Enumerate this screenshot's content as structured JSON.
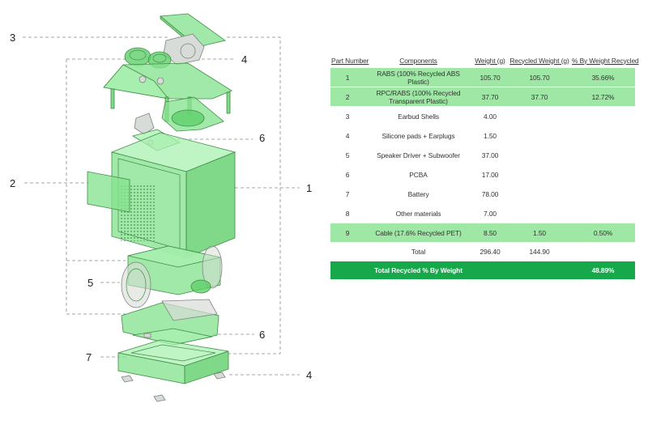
{
  "diagram": {
    "callouts": [
      "3",
      "4",
      "2",
      "6",
      "1",
      "5",
      "6",
      "7",
      "4"
    ]
  },
  "table": {
    "headers": [
      "Part Number",
      "Components",
      "Weight (g)",
      "Recycled Weight (g)",
      "% By Weight Recycled"
    ],
    "rows": [
      {
        "part": "1",
        "component": "RABS (100% Recycled ABS Plastic)",
        "weight": "105.70",
        "recycled_weight": "105.70",
        "percent": "35.66%",
        "highlight": true
      },
      {
        "part": "2",
        "component": "RPC/RABS (100% Recycled Transparent Plastic)",
        "weight": "37.70",
        "recycled_weight": "37.70",
        "percent": "12.72%",
        "highlight": true
      },
      {
        "part": "3",
        "component": "Earbud Shells",
        "weight": "4.00",
        "recycled_weight": "",
        "percent": "",
        "highlight": false
      },
      {
        "part": "4",
        "component": "Silicone pads + Earplugs",
        "weight": "1.50",
        "recycled_weight": "",
        "percent": "",
        "highlight": false
      },
      {
        "part": "5",
        "component": "Speaker Driver + Subwoofer",
        "weight": "37.00",
        "recycled_weight": "",
        "percent": "",
        "highlight": false
      },
      {
        "part": "6",
        "component": "PCBA",
        "weight": "17.00",
        "recycled_weight": "",
        "percent": "",
        "highlight": false
      },
      {
        "part": "7",
        "component": "Battery",
        "weight": "78.00",
        "recycled_weight": "",
        "percent": "",
        "highlight": false
      },
      {
        "part": "8",
        "component": "Other materials",
        "weight": "7.00",
        "recycled_weight": "",
        "percent": "",
        "highlight": false
      },
      {
        "part": "9",
        "component": "Cable (17.6% Recycled PET)",
        "weight": "8.50",
        "recycled_weight": "1.50",
        "percent": "0.50%",
        "highlight": true
      }
    ],
    "total": {
      "label": "Total",
      "weight": "296.40",
      "recycled_weight": "144.90"
    },
    "summary": {
      "label": "Total Recycled % By Weight",
      "percent": "48.89%"
    },
    "colors": {
      "highlight": "#9ee7a4",
      "summary": "#17a84b",
      "summary_text": "#ffffff"
    }
  }
}
